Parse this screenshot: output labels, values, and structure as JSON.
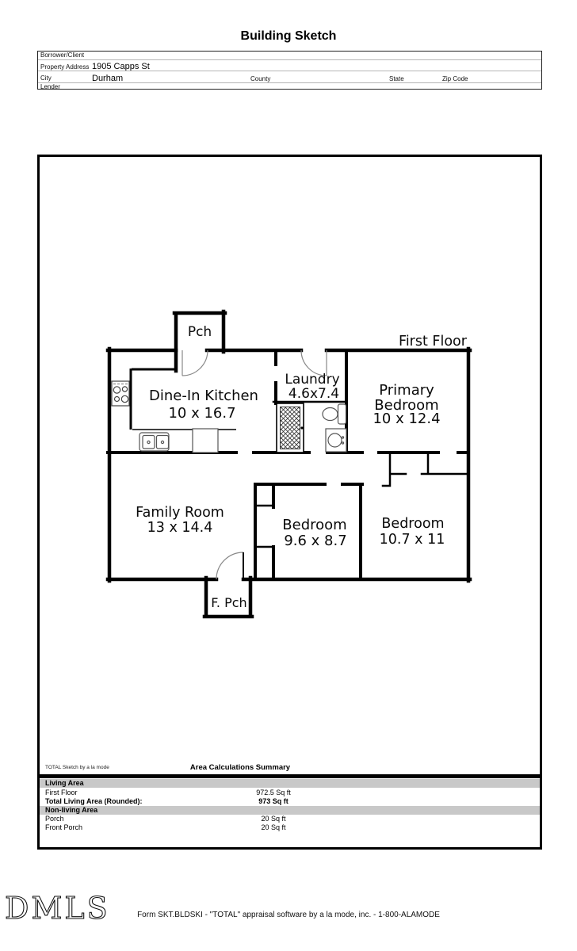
{
  "title": "Building Sketch",
  "header_form": {
    "borrower_label": "Borrower/Client",
    "property_label": "Property Address",
    "property_value": "1905 Capps St",
    "city_label": "City",
    "city_value": "Durham",
    "county_label": "County",
    "state_label": "State",
    "zip_label": "Zip Code",
    "lender_label": "Lender"
  },
  "floor_plan": {
    "floor_label": "First Floor",
    "porch_label": "Pch",
    "front_porch_label": "F. Pch",
    "kitchen": {
      "name": "Dine-In Kitchen",
      "dims": "10 x 16.7"
    },
    "laundry": {
      "name": "Laundry",
      "dims": "4.6x7.4"
    },
    "primary_bedroom": {
      "name_line1": "Primary",
      "name_line2": "Bedroom",
      "dims": "10 x 12.4"
    },
    "family_room": {
      "name": "Family Room",
      "dims": "13 x 14.4"
    },
    "bedroom_middle": {
      "name": "Bedroom",
      "dims": "9.6 x 8.7"
    },
    "bedroom_right": {
      "name": "Bedroom",
      "dims": "10.7 x 11"
    }
  },
  "area_summary": {
    "branding": "TOTAL Sketch by a la mode",
    "title": "Area Calculations Summary",
    "living_header": "Living Area",
    "first_floor_label": "First Floor",
    "first_floor_value": "972.5 Sq ft",
    "total_label": "Total Living Area (Rounded):",
    "total_value": "973 Sq ft",
    "nonliving_header": "Non-living Area",
    "porch_label": "Porch",
    "porch_value": "20 Sq ft",
    "front_porch_label": "Front Porch",
    "front_porch_value": "20 Sq ft"
  },
  "footer": {
    "logo_text": "DMLS",
    "form_line": "Form SKT.BLDSKI - \"TOTAL\" appraisal software by a la mode, inc. - 1-800-ALAMODE"
  },
  "colors": {
    "wall": "#000000",
    "summary_band": "#c8c8c8"
  }
}
